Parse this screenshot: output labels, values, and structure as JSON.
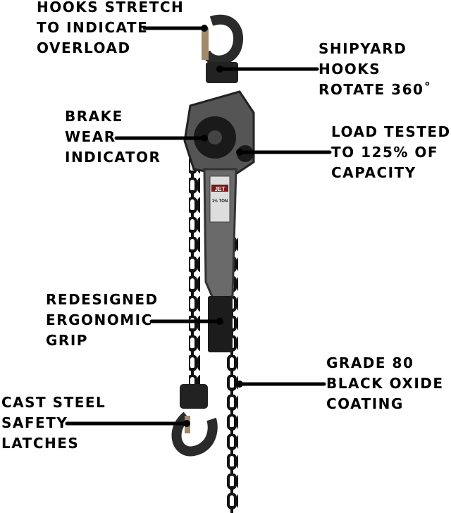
{
  "product": {
    "brand": "JET",
    "capacity": "1½ TON"
  },
  "callouts": [
    {
      "id": "hooks-stretch",
      "lines": [
        "HOOKS STRETCH",
        "TO INDICATE",
        "OVERLOAD"
      ]
    },
    {
      "id": "shipyard-hooks",
      "lines": [
        "SHIPYARD",
        "HOOKS",
        "ROTATE 360˚"
      ]
    },
    {
      "id": "brake-wear",
      "lines": [
        "BRAKE",
        "WEAR",
        "INDICATOR"
      ]
    },
    {
      "id": "load-tested",
      "lines": [
        "LOAD TESTED",
        "TO 125% OF",
        "CAPACITY"
      ]
    },
    {
      "id": "ergonomic-grip",
      "lines": [
        "REDESIGNED",
        "ERGONOMIC",
        "GRIP"
      ]
    },
    {
      "id": "grade-80",
      "lines": [
        "GRADE 80",
        "BLACK OXIDE",
        "COATING"
      ]
    },
    {
      "id": "safety-latches",
      "lines": [
        "CAST STEEL",
        "SAFETY",
        "LATCHES"
      ]
    }
  ]
}
